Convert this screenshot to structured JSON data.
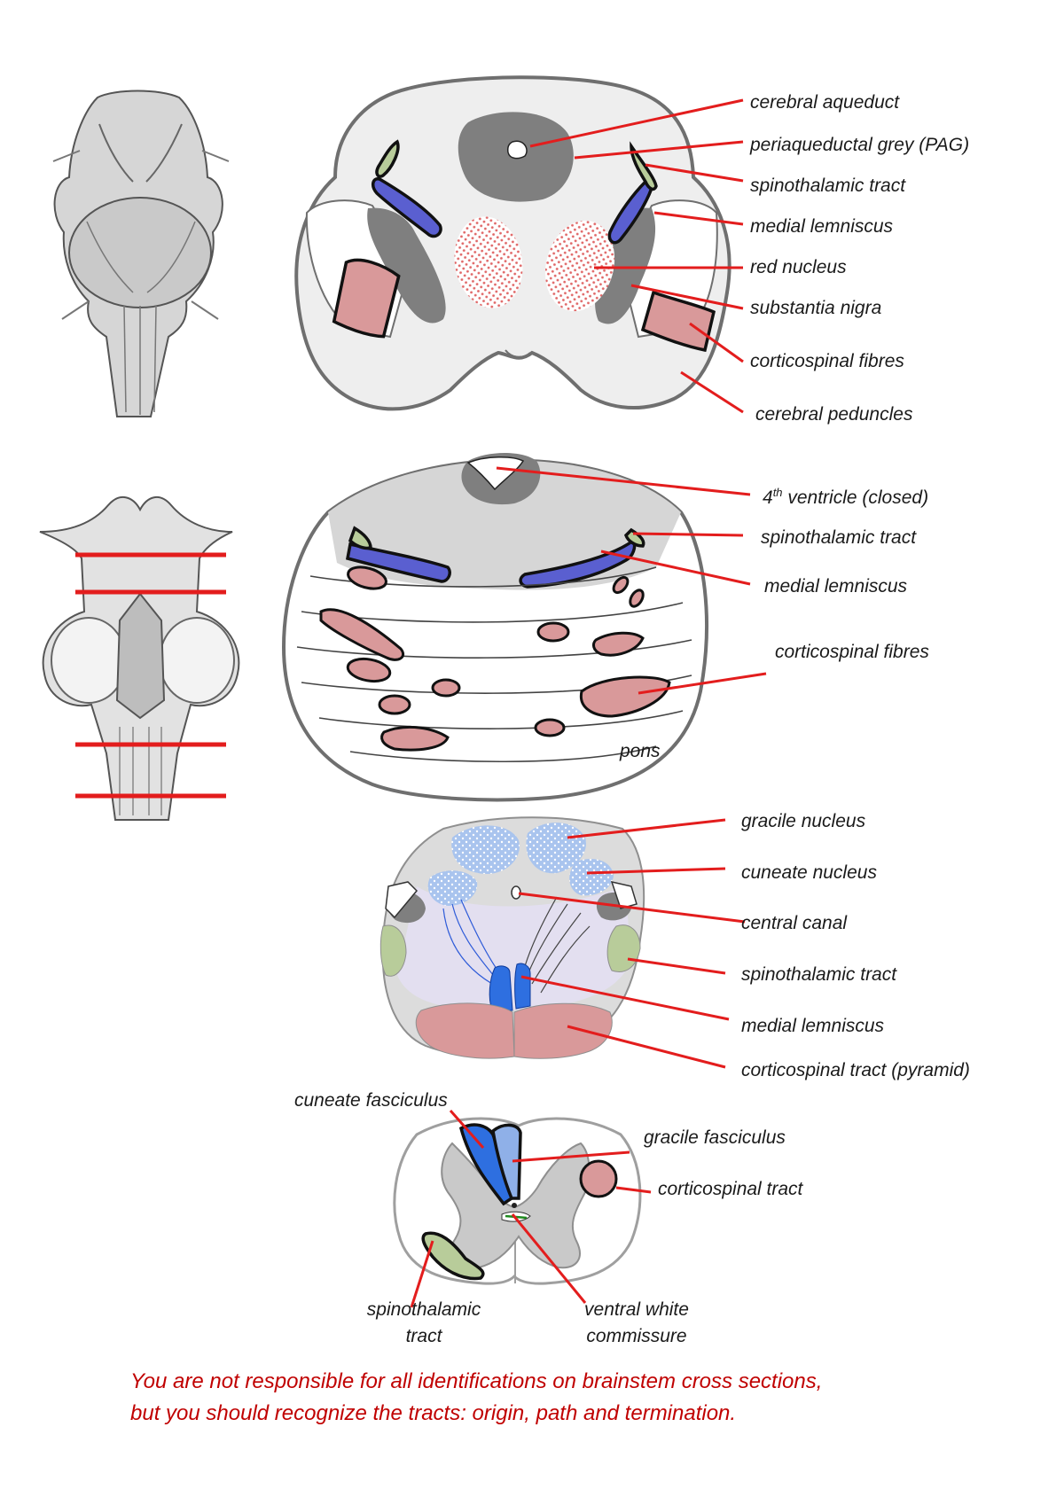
{
  "sections": {
    "midbrain": {
      "labels": {
        "cerebral_aqueduct": "cerebral aqueduct",
        "pag": "periaqueductal grey (PAG)",
        "spinothalamic": "spinothalamic tract",
        "medial_lemniscus": "medial lemniscus",
        "red_nucleus": "red nucleus",
        "substantia_nigra": "substantia nigra",
        "corticospinal": "corticospinal fibres",
        "peduncles": "cerebral peduncles"
      }
    },
    "pons": {
      "labels": {
        "ventricle_num": "4",
        "ventricle_sup": "th",
        "ventricle_rest": " ventricle (closed)",
        "spinothalamic": "spinothalamic tract",
        "medial_lemniscus": "medial lemniscus",
        "corticospinal": "corticospinal fibres",
        "pons": "pons"
      }
    },
    "medulla": {
      "labels": {
        "gracile_nucleus": "gracile nucleus",
        "cuneate_nucleus": "cuneate nucleus",
        "central_canal": "central canal",
        "spinothalamic": "spinothalamic tract",
        "medial_lemniscus": "medial lemniscus",
        "corticospinal": "corticospinal tract (pyramid)"
      }
    },
    "spinal_cord": {
      "labels": {
        "cuneate_fasciculus": "cuneate fasciculus",
        "gracile_fasciculus": "gracile fasciculus",
        "corticospinal": "corticospinal tract",
        "spinothalamic_line1": "spinothalamic",
        "spinothalamic_line2": "tract",
        "vwc_line1": "ventral white",
        "vwc_line2": "commissure"
      }
    }
  },
  "footnote": {
    "line1": "You are not responsible for all identifications on brainstem cross sections,",
    "line2": "but you should recognize the tracts: origin, path and termination."
  },
  "colors": {
    "leader": "#e31d1d",
    "corticospinal": "#d9999a",
    "medial_lemniscus": "#5a5fd0",
    "spinothalamic": "#b8cc9a",
    "grey_matter": "#7f7f7f",
    "dorsal_column_nuclei": "#a9c4ee",
    "footnote": "#c00000"
  }
}
